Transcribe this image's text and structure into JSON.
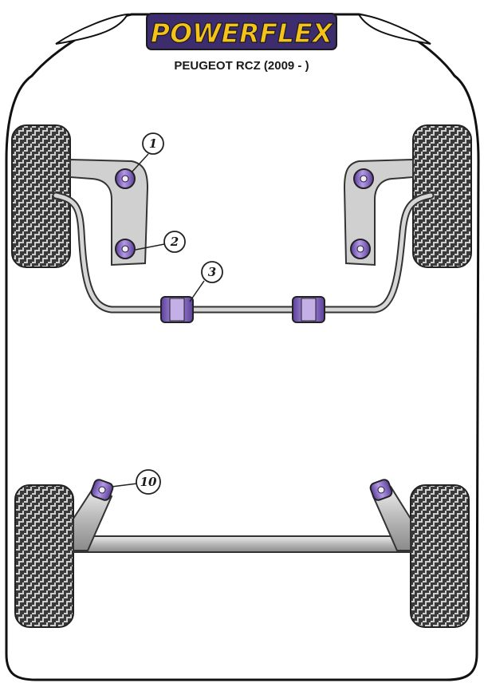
{
  "brand": {
    "name": "POWERFLEX",
    "text_color": "#f5c21a",
    "panel_color": "#3d2c6e",
    "outline_color": "#1a1a1a"
  },
  "model": "PEUGEOT RCZ (2009 - )",
  "callouts": [
    {
      "number": "1",
      "target": "front-arm-front-bush"
    },
    {
      "number": "2",
      "target": "front-arm-rear-bush"
    },
    {
      "number": "3",
      "target": "anti-roll-bar-mount-bush"
    },
    {
      "number": "10",
      "target": "rear-beam-mount-bush"
    }
  ],
  "colors": {
    "bush_purple": "#7a5ab8",
    "bush_core": "#c4b0e6",
    "metal_gray": "#c8c8c8",
    "tyre_dark": "#3a3a3a",
    "tyre_light": "#d8d8d8",
    "outline": "#222222"
  }
}
